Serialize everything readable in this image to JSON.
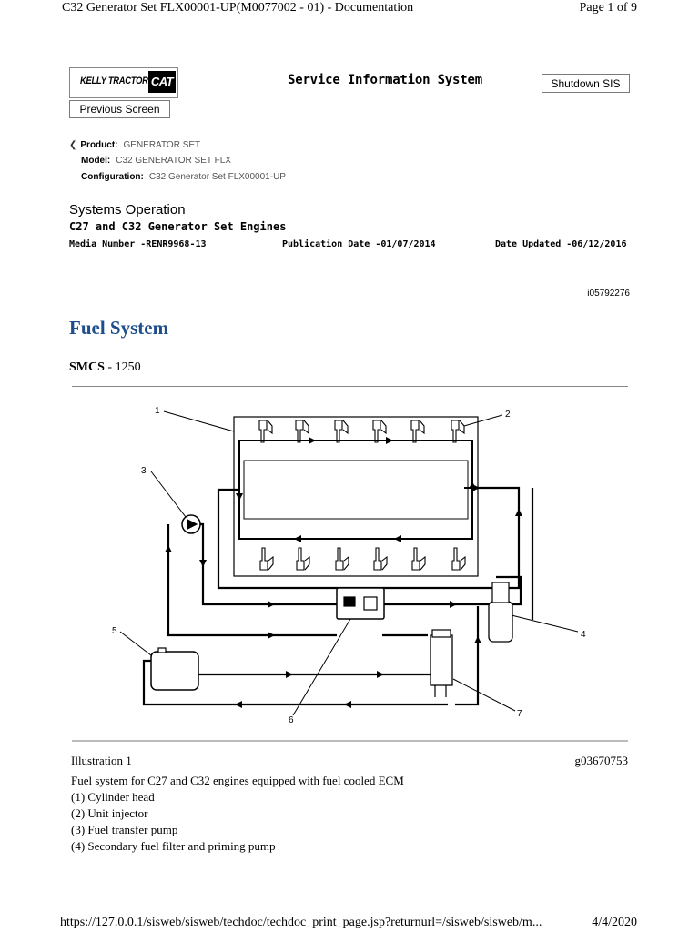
{
  "print_header": {
    "title": "C32 Generator Set FLX00001-UP(M0077002 - 01) - Documentation",
    "page": "Page 1 of 9"
  },
  "header": {
    "logo_dealer": "KELLY TRACTOR",
    "logo_brand": "CAT",
    "system_title": "Service Information System",
    "shutdown_label": "Shutdown SIS",
    "previous_label": "Previous Screen"
  },
  "breadcrumb": {
    "product_label": "Product:",
    "product_value": "GENERATOR SET",
    "model_label": "Model:",
    "model_value": "C32 GENERATOR SET FLX",
    "config_label": "Configuration:",
    "config_value": "C32 Generator Set FLX00001-UP"
  },
  "document": {
    "section": "Systems Operation",
    "subtitle": "C27 and C32 Generator Set Engines",
    "media_number": "Media Number -RENR9968-13",
    "publication_date": "Publication Date -01/07/2014",
    "date_updated": "Date Updated -06/12/2016",
    "doc_id": "i05792276",
    "title": "Fuel System",
    "smcs_label": "SMCS",
    "smcs_value": " - 1250"
  },
  "illustration": {
    "label": "Illustration 1",
    "id": "g03670753",
    "caption": "Fuel system for C27 and C32 engines equipped with fuel cooled ECM",
    "callouts": [
      "1",
      "2",
      "3",
      "4",
      "5",
      "6",
      "7"
    ],
    "legend": [
      "(1) Cylinder head",
      "(2) Unit injector",
      "(3) Fuel transfer pump",
      "(4) Secondary fuel filter and priming pump"
    ]
  },
  "print_footer": {
    "url": "https://127.0.0.1/sisweb/sisweb/techdoc/techdoc_print_page.jsp?returnurl=/sisweb/sisweb/m...",
    "date": "4/4/2020"
  }
}
